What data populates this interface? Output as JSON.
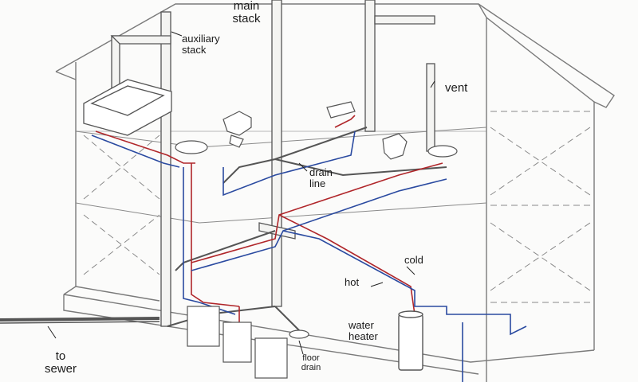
{
  "labels": {
    "main_stack_line1": "main",
    "main_stack_line2": "stack",
    "auxiliary_line1": "auxiliary",
    "auxiliary_line2": "stack",
    "vent": "vent",
    "drain_line1": "drain",
    "drain_line2": "line",
    "cold": "cold",
    "hot": "hot",
    "water_heater_line1": "water",
    "water_heater_line2": "heater",
    "to_sewer_line1": "to",
    "to_sewer_line2": "sewer",
    "floor_drain_line1": "floor",
    "floor_drain_line2": "drain"
  },
  "colors": {
    "outline": "#6f6f6f",
    "pipe": "#555555",
    "hot_water": "#b0262a",
    "cold_water": "#2a4aa0"
  }
}
